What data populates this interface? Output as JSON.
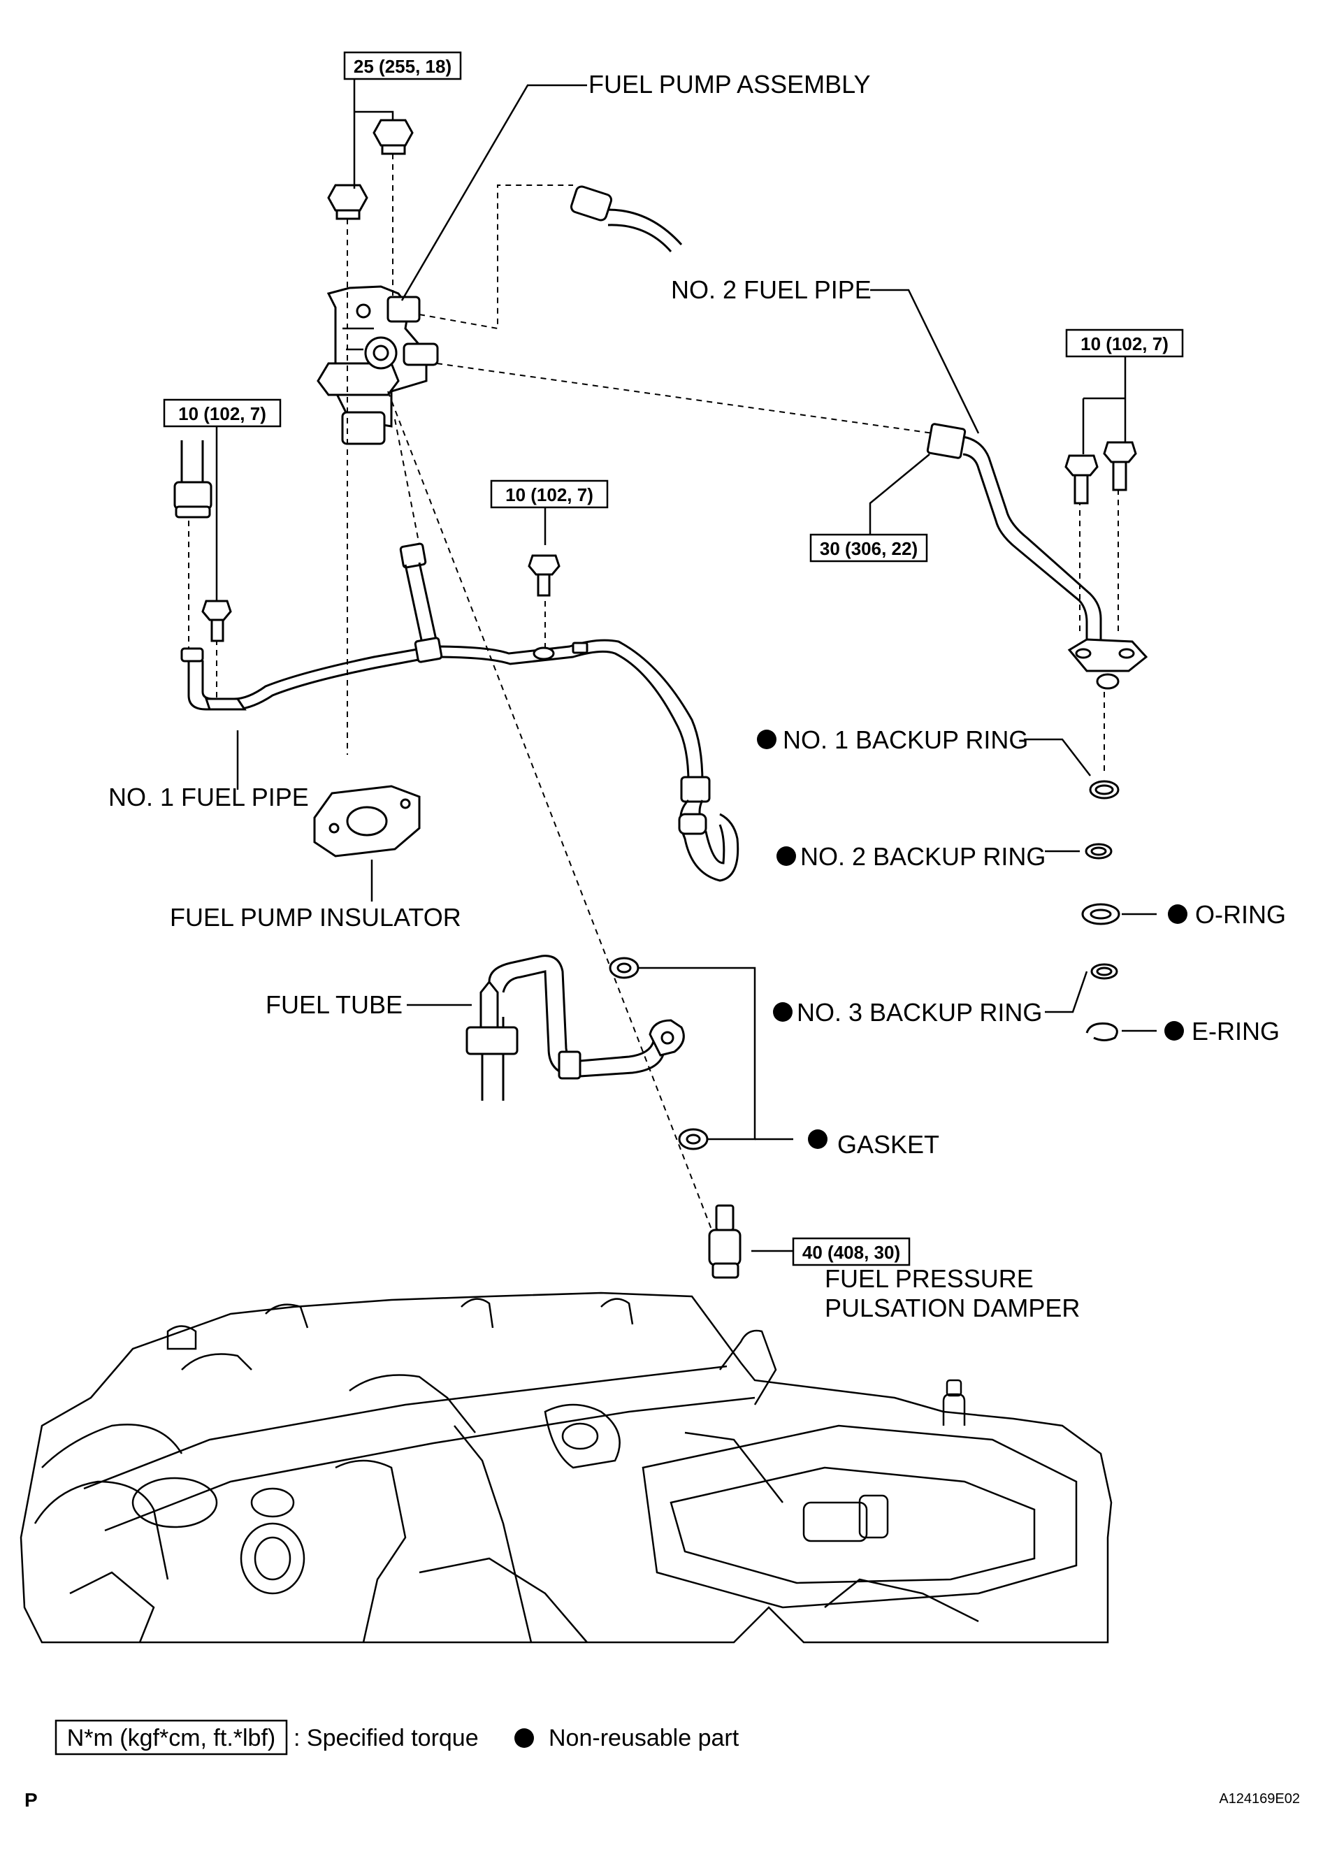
{
  "labels": {
    "fuel_pump_assembly": "FUEL PUMP ASSEMBLY",
    "no2_fuel_pipe": "NO. 2 FUEL PIPE",
    "no1_fuel_pipe": "NO. 1 FUEL PIPE",
    "fuel_pump_insulator": "FUEL PUMP INSULATOR",
    "no1_backup_ring": "NO. 1 BACKUP RING",
    "no2_backup_ring": "NO. 2 BACKUP RING",
    "o_ring": "O-RING",
    "no3_backup_ring": "NO. 3 BACKUP RING",
    "e_ring": "E-RING",
    "fuel_tube": "FUEL TUBE",
    "gasket": "GASKET",
    "damper_line1": "FUEL PRESSURE",
    "damper_line2": "PULSATION DAMPER"
  },
  "torques": {
    "pump_nuts": "25 (255, 18)",
    "no2_pipe_bolts": "10 (102, 7)",
    "no1_pipe_bolt_left": "10 (102, 7)",
    "no1_pipe_bolt_center": "10 (102, 7)",
    "no2_pipe_union": "30 (306, 22)",
    "damper": "40 (408, 30)"
  },
  "legend": {
    "torque_box": "N*m (kgf*cm, ft.*lbf)",
    "torque_text": ": Specified torque",
    "nonreusable_text": "Non-reusable part"
  },
  "footer": {
    "corner_mark": "P",
    "figure_id": "A124169E02"
  }
}
